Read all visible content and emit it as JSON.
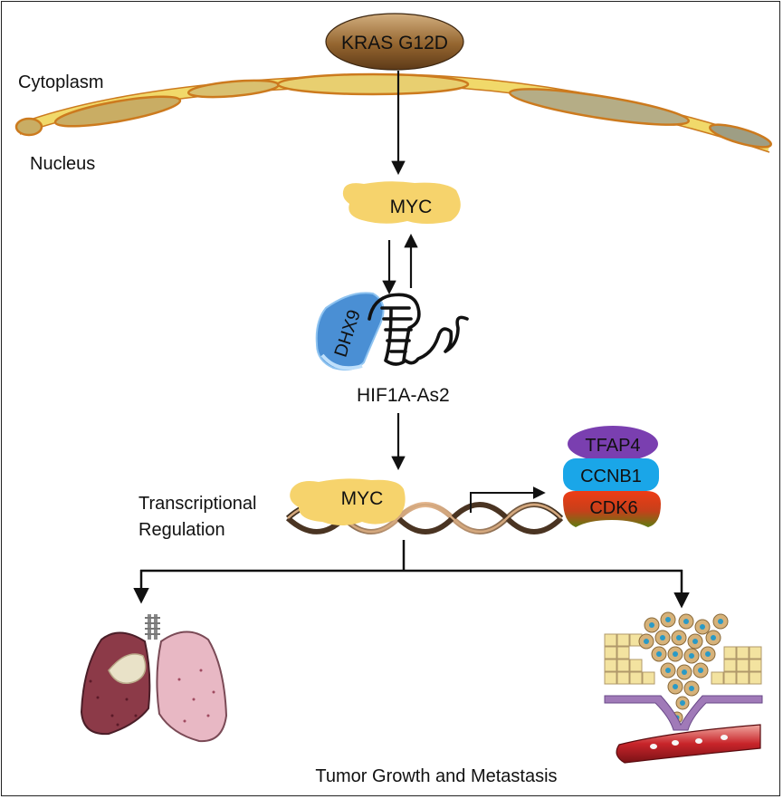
{
  "labels": {
    "kras": "KRAS G12D",
    "cytoplasm": "Cytoplasm",
    "nucleus": "Nucleus",
    "myc_top": "MYC",
    "dhx9": "DHX9",
    "hif1a": "HIF1A-As2",
    "myc_bottom": "MYC",
    "transcriptional_1": "Transcriptional",
    "transcriptional_2": "Regulation",
    "tfap4": "TFAP4",
    "ccnb1": "CCNB1",
    "cdk6": "CDK6",
    "footer": "Tumor Growth and Metastasis"
  },
  "colors": {
    "kras_top": "#c8a070",
    "kras_bottom": "#6b4420",
    "membrane_fill": "#f1d96a",
    "membrane_edge": "#cc7a1e",
    "myc": "#f6d36c",
    "dhx9": "#4a8fd4",
    "tfap4": "#7a3fb0",
    "ccnb1": "#1aa6e8",
    "cdk6_top": "#e83a1a",
    "cdk6_bottom": "#5a7a10",
    "dna": "#c49468",
    "lung": "#e8b8c4",
    "lung_dark": "#8c3a48"
  }
}
